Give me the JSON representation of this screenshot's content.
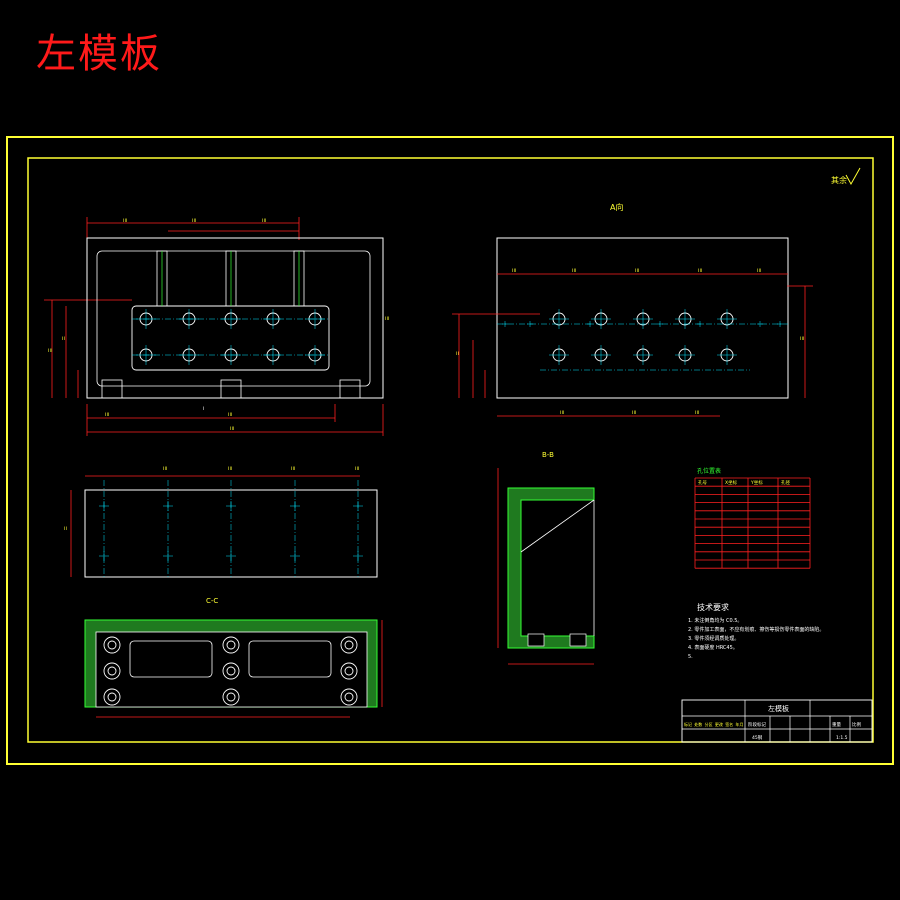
{
  "title": "左模板",
  "roughness_mark": "其余",
  "views": {
    "view_a": "A向",
    "view_b": "B-B",
    "view_c": "C-C"
  },
  "hole_table": {
    "title": "孔位置表",
    "headers": [
      "孔号",
      "X坐标",
      "Y坐标",
      "孔径"
    ]
  },
  "tech_req": {
    "title": "技术要求",
    "items": [
      "1. 未注倒角均为 C0.5。",
      "2. 零件加工表面，不应有划痕、擦伤等损伤零件表面的缺陷。",
      "3. 零件须经调质处理。",
      "4. 表面硬度 HRC45。",
      "5."
    ]
  },
  "title_block": {
    "part_name": "左模板",
    "headers": [
      "标记",
      "处数",
      "分区",
      "更改文件号",
      "签名",
      "年月日"
    ],
    "cols": [
      "阶段标记",
      "重量",
      "比例"
    ],
    "scale": "1:1.5",
    "material": "45钢"
  }
}
